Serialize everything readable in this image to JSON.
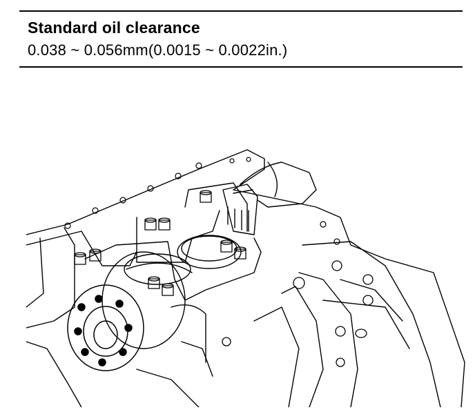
{
  "spec": {
    "label": "Standard oil clearance",
    "value": "0.038 ~ 0.056mm(0.0015 ~ 0.0022in.)"
  },
  "illustration": {
    "subject": "engine-block-crankshaft-plastigage-measurement"
  }
}
